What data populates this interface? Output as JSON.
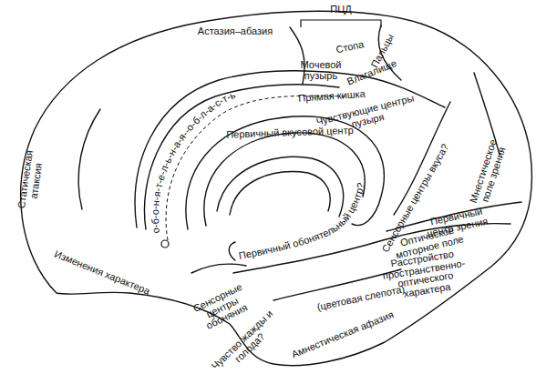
{
  "diagram": {
    "labels": [
      "ПЦД",
      "Астазия–абазия",
      "Стопа",
      "Пальцы",
      "Мочевой пузырь",
      "Влагалище",
      "Прямая кишка",
      "Чувствующие центры пузыря",
      "о-б-о-н-я-т-е-л-ь-н-а-я--о-б-л-а-с-т-ь",
      "Первичный вкусовой центр",
      "Статическая атаксия",
      "Изменения характера",
      "Мнестическое поле зрения",
      "Сенсорные центры вкуса?",
      "Первичный обонятельный центр?",
      "Первичный центр зрения.",
      "Оптическое моторное поле",
      "Расстройство пространственно-оптического характера",
      "Сенсорные центры обоняния",
      "(цветовая слепота)",
      "Чувство жажды и голода?",
      "Амнестическая афазия"
    ]
  }
}
